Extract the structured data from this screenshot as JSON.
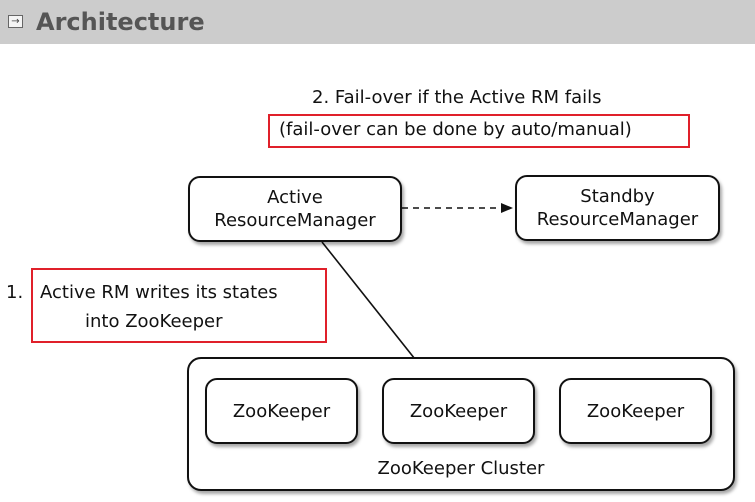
{
  "header": {
    "title": "Architecture",
    "icon": "expand-icon"
  },
  "diagram": {
    "failover_line1": "2. Fail-over if the Active RM fails",
    "failover_line2": "(fail-over can be done by auto/manual)",
    "active_rm": [
      "Active",
      "ResourceManager"
    ],
    "standby_rm": [
      "Standby",
      "ResourceManager"
    ],
    "step1_prefix": "1.",
    "step1_line1": "Active RM writes its states",
    "step1_line2": "into ZooKeeper",
    "zookeepers": [
      "ZooKeeper",
      "ZooKeeper",
      "ZooKeeper"
    ],
    "cluster_label": "ZooKeeper Cluster",
    "highlight_color": "#e0202a"
  }
}
